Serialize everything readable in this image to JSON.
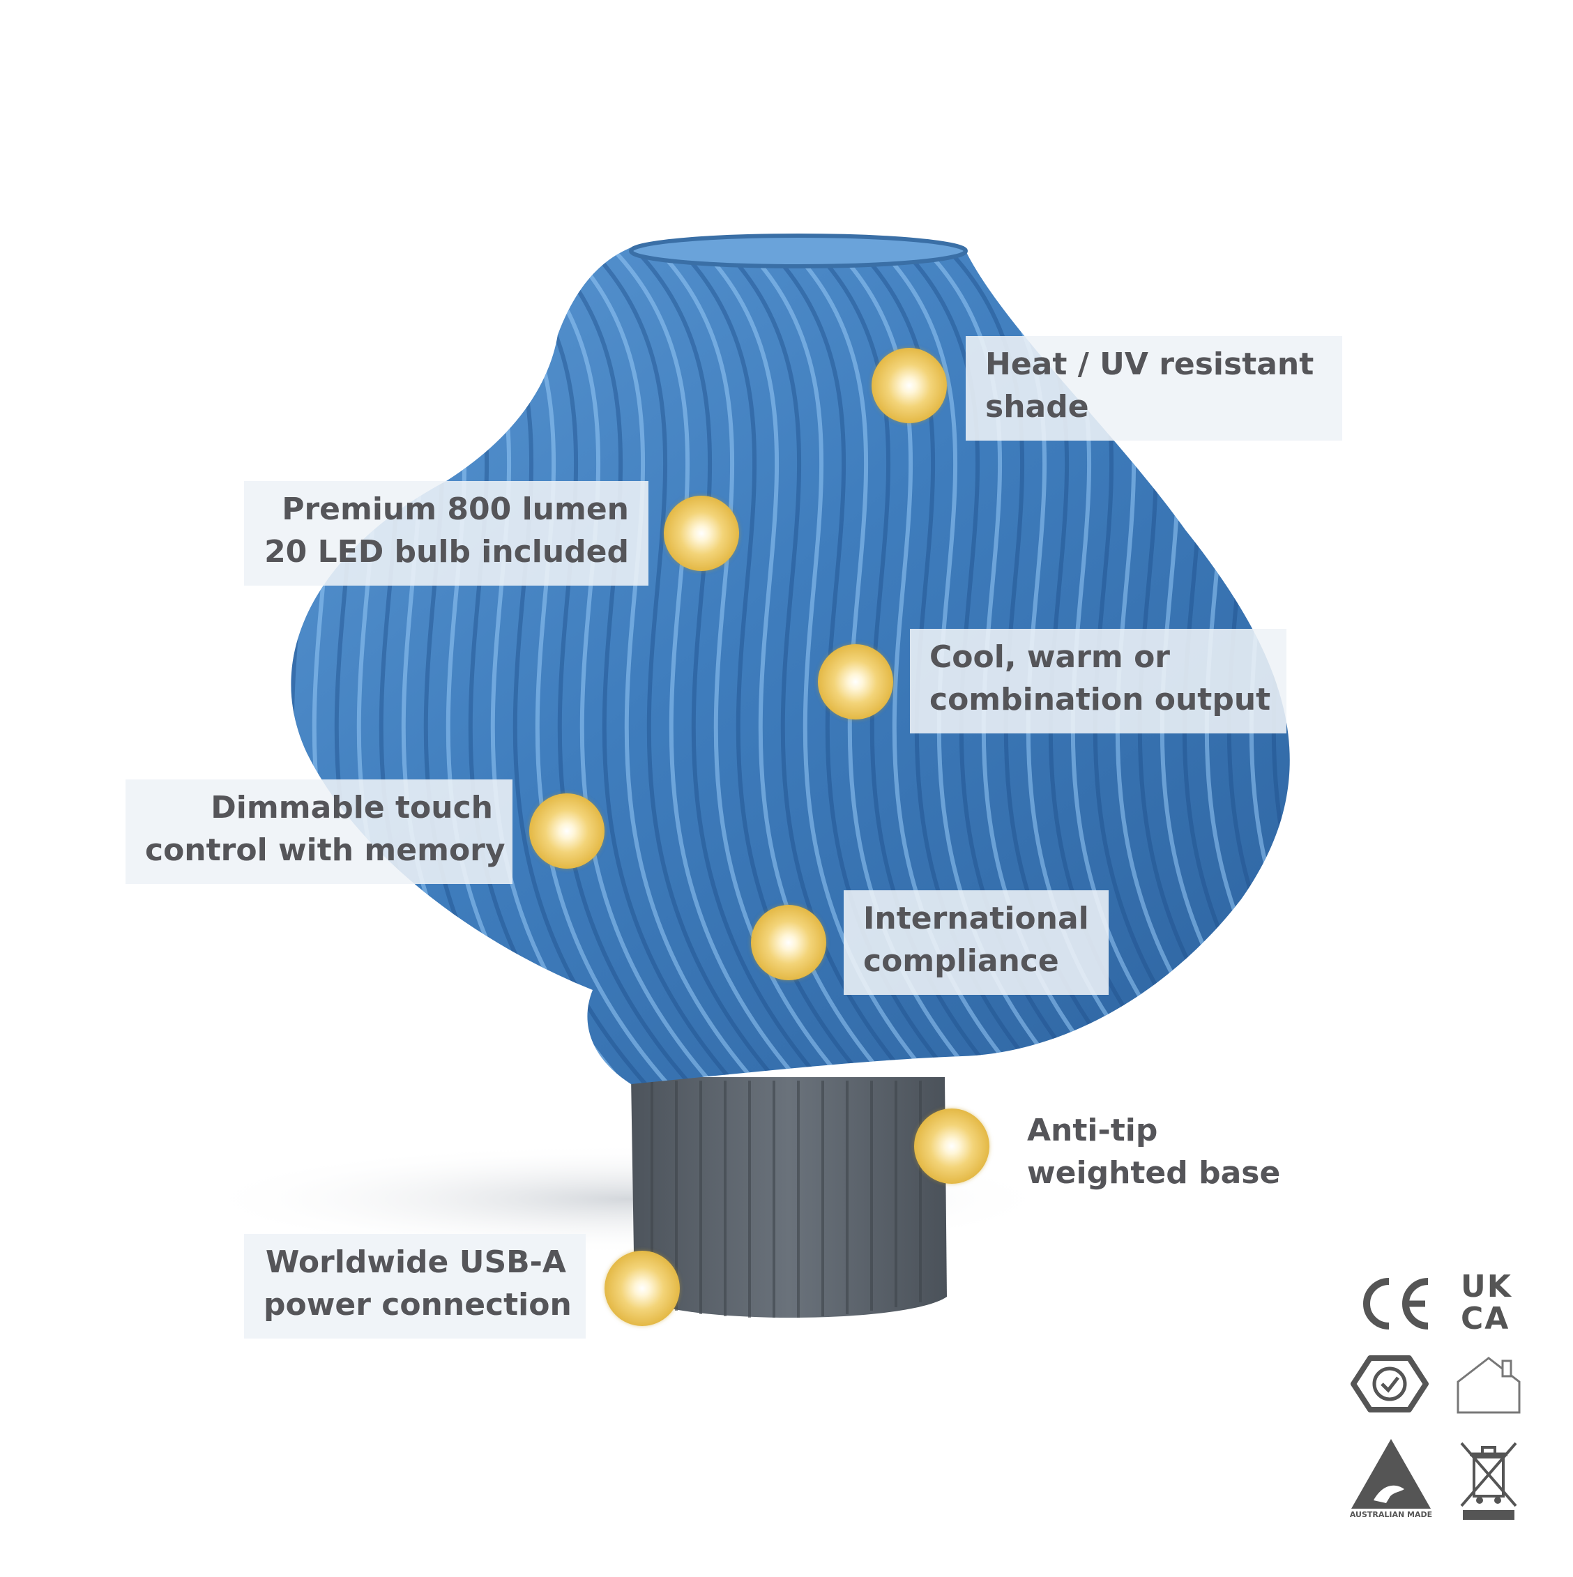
{
  "features": [
    {
      "id": "heat-uv",
      "lines": [
        "Heat / UV resistant",
        "shade"
      ]
    },
    {
      "id": "lumen",
      "lines": [
        "Premium 800 lumen",
        "20 LED bulb included"
      ]
    },
    {
      "id": "output",
      "lines": [
        "Cool, warm or",
        "combination output"
      ]
    },
    {
      "id": "dimmable",
      "lines": [
        "Dimmable touch",
        "control with memory"
      ]
    },
    {
      "id": "compliance",
      "lines": [
        "International",
        "compliance"
      ]
    },
    {
      "id": "anti-tip",
      "lines": [
        "Anti-tip",
        "weighted base"
      ]
    },
    {
      "id": "usb",
      "lines": [
        "Worldwide USB-A",
        "power connection"
      ]
    }
  ],
  "certifications": {
    "ce": "CE",
    "ukca_top": "UK",
    "ukca_bottom": "CA",
    "australian_made": "AUSTRALIAN MADE"
  },
  "colors": {
    "shade": "#3f7dbd",
    "base": "#5e6670",
    "label_text": "#555559",
    "dot": "#e3b743"
  }
}
